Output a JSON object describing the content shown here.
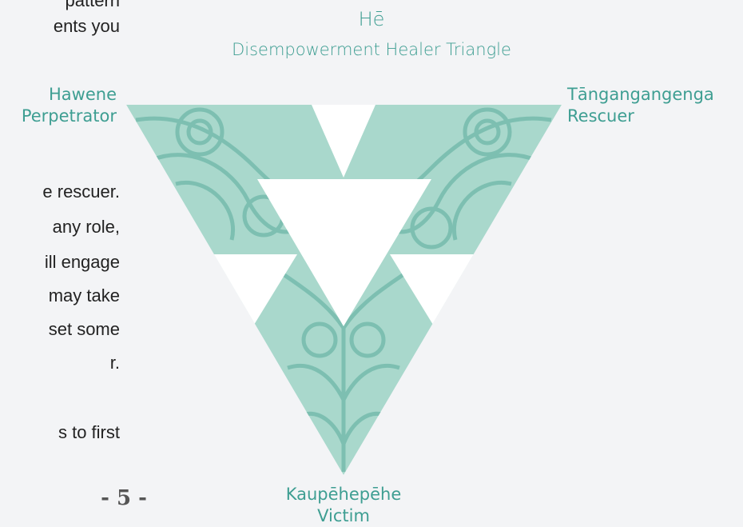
{
  "body_text": {
    "lines": [
      "pattern",
      "ents you",
      "",
      "",
      "e rescuer.",
      "any role,",
      "ill engage",
      "may take",
      "set some",
      "r.",
      "",
      "s to first"
    ]
  },
  "diagram": {
    "title": "Hē",
    "subtitle": "Disempowerment Healer Triangle",
    "top_left": {
      "name": "Hawene",
      "role": "Perpetrator"
    },
    "top_right": {
      "name": "Tāngangangenga",
      "role": "Rescuer"
    },
    "bottom": {
      "name": "Kaupēhepēhe",
      "role": "Victim"
    },
    "colors": {
      "label": "#3e9e92",
      "fill": "#a9d8cc",
      "stroke": "#6bb5a6"
    }
  },
  "page": {
    "number": "- 5 -"
  }
}
